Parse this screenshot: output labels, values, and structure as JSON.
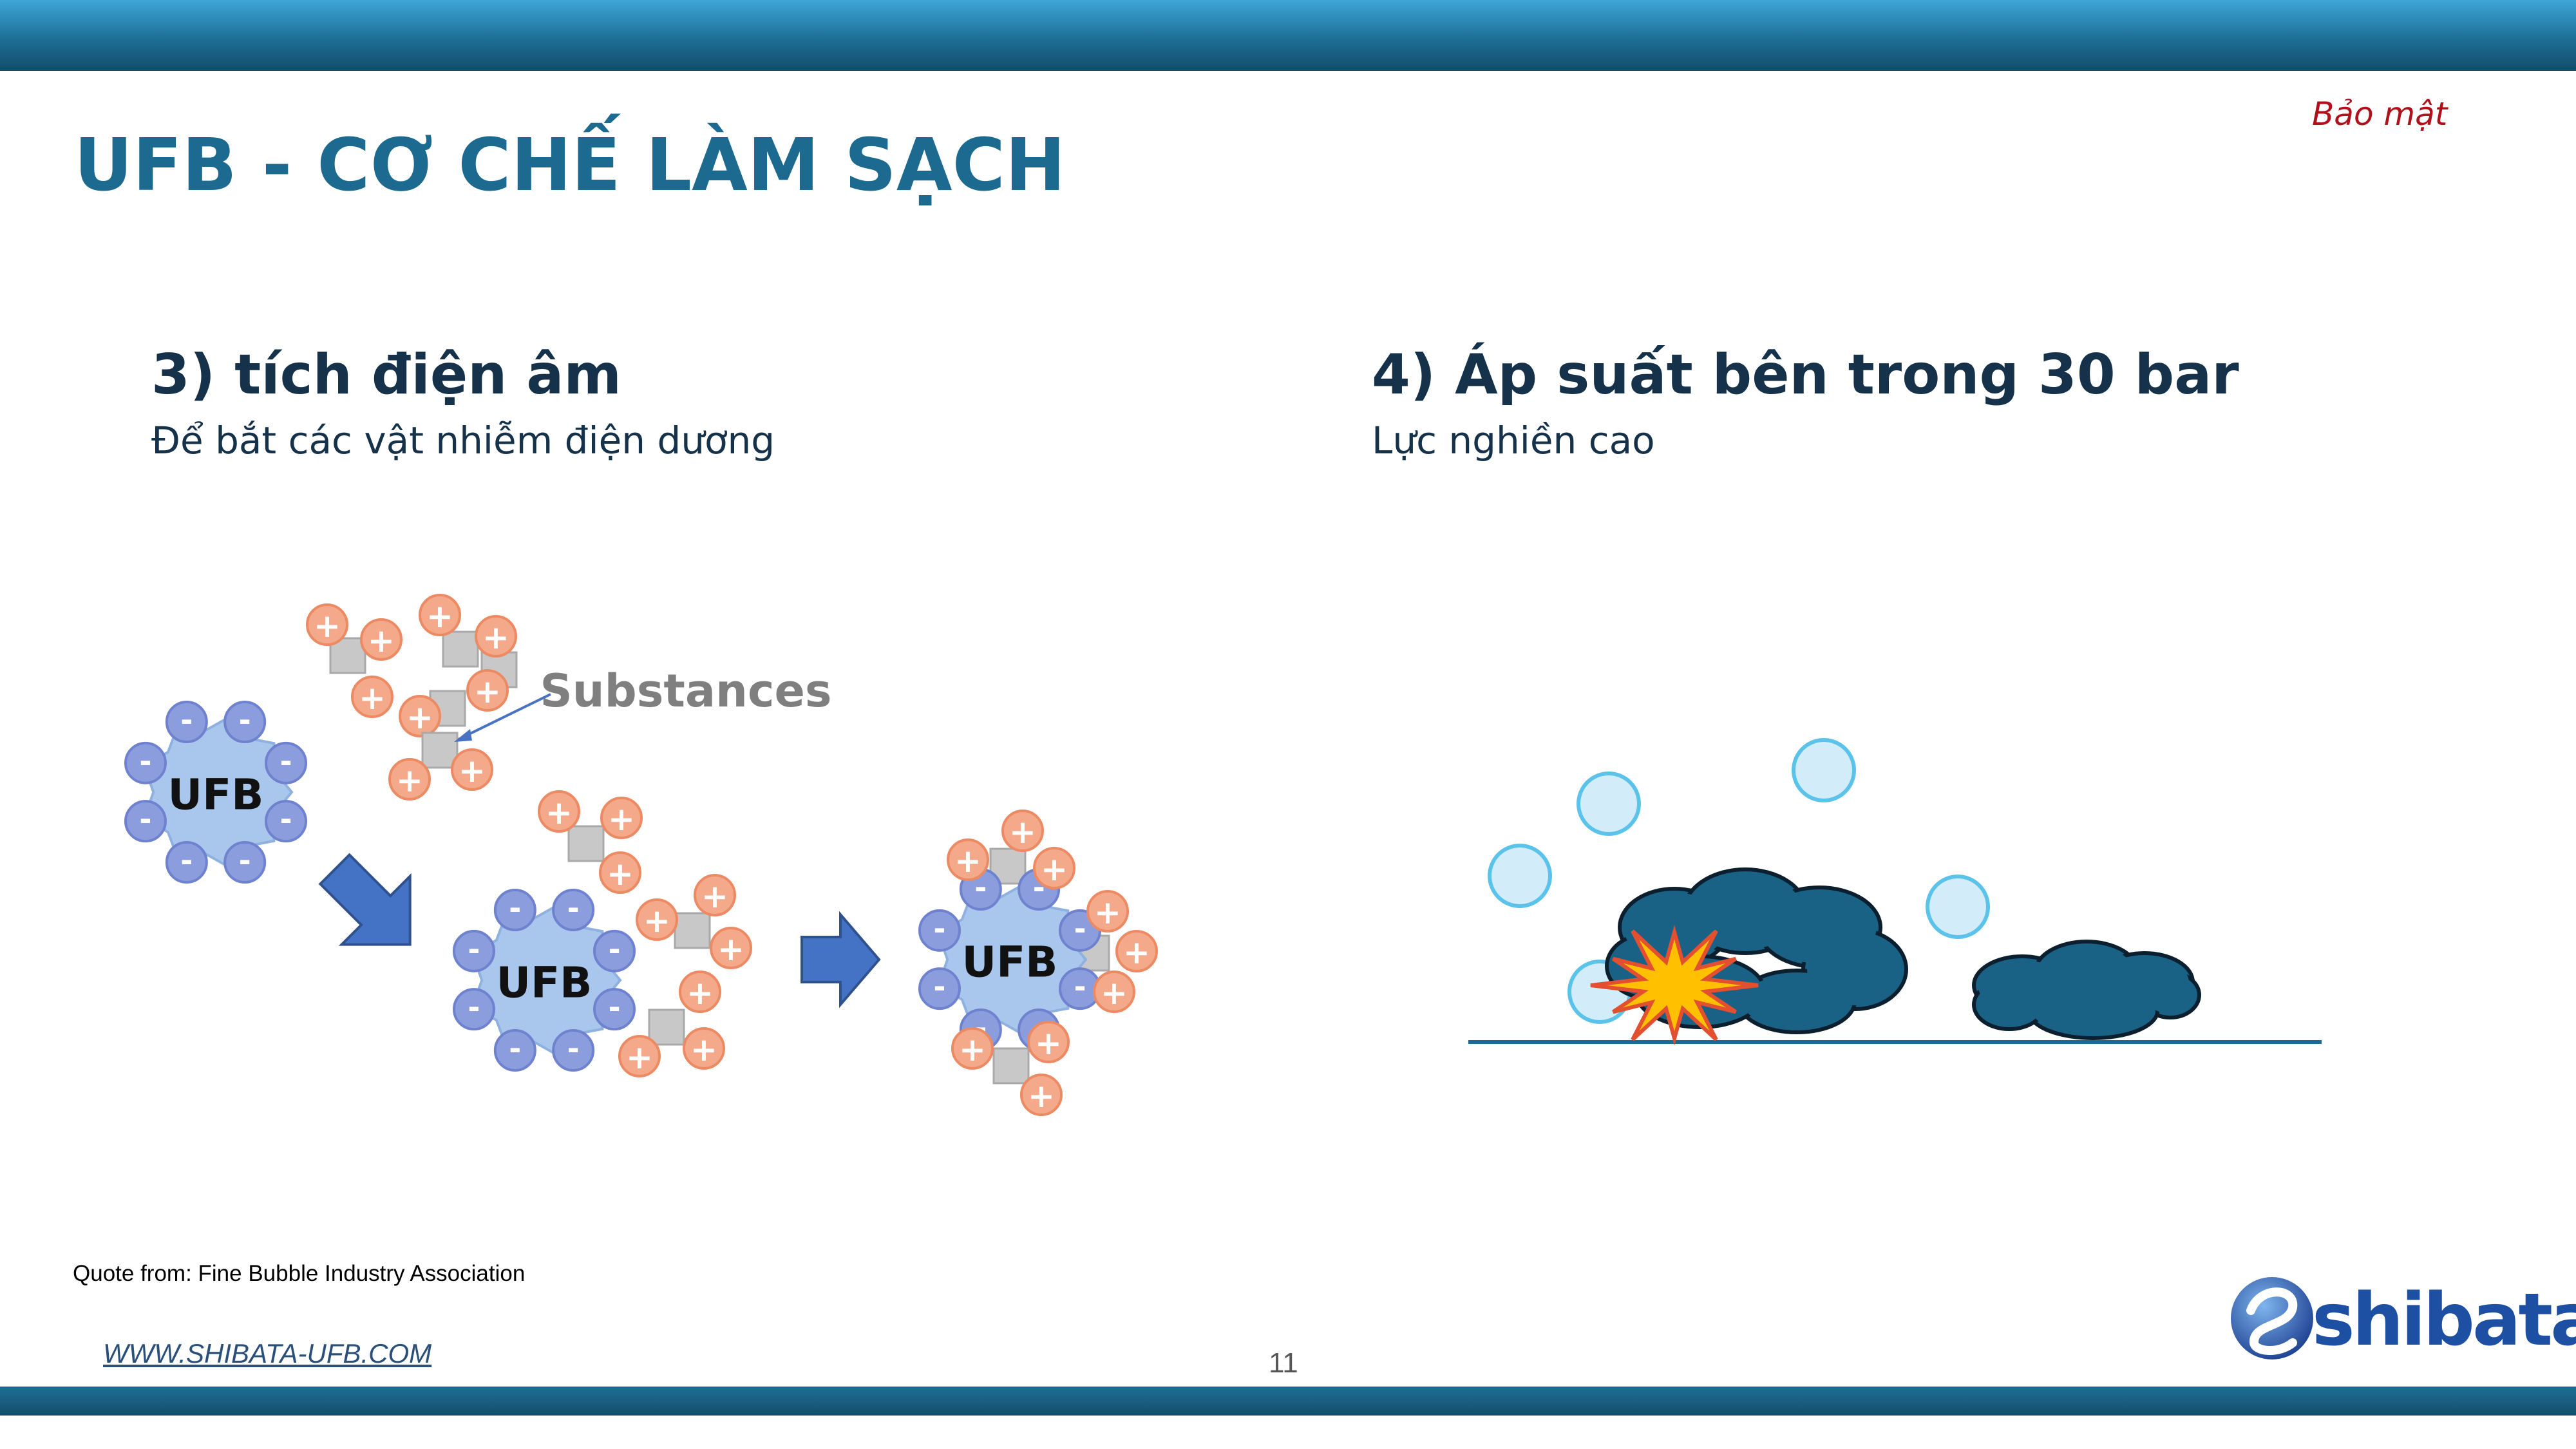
{
  "header": {
    "confidential_label": "Bảo mật"
  },
  "slide": {
    "title": "UFB - CƠ CHẾ LÀM SẠCH",
    "left_section": {
      "heading": "3) tích điện âm",
      "subtitle": "Để bắt các vật nhiễm điện dương",
      "diagram_labels": {
        "bubble": "UFB",
        "substances": "Substances",
        "minus": "-",
        "plus": "+"
      }
    },
    "right_section": {
      "heading": "4) Áp suất bên trong 30 bar",
      "subtitle": "Lực nghiền cao"
    }
  },
  "footer": {
    "quote": "Quote from: Fine Bubble Industry Association",
    "website": "WWW.SHIBATA-UFB.COM",
    "page_number": "11",
    "logo_text": "shibata"
  },
  "colors": {
    "brand_blue": "#1c6a90",
    "band_dark": "#134d6b",
    "confidential_red": "#b0101a",
    "ufb_bubble": "#a9c6ec",
    "negative_ion": "#8c9ddd",
    "positive_ion": "#f3a98a",
    "dirt": "#1a6285",
    "explosion": "#ffc000",
    "bubble_light": "#d3ecfa"
  }
}
